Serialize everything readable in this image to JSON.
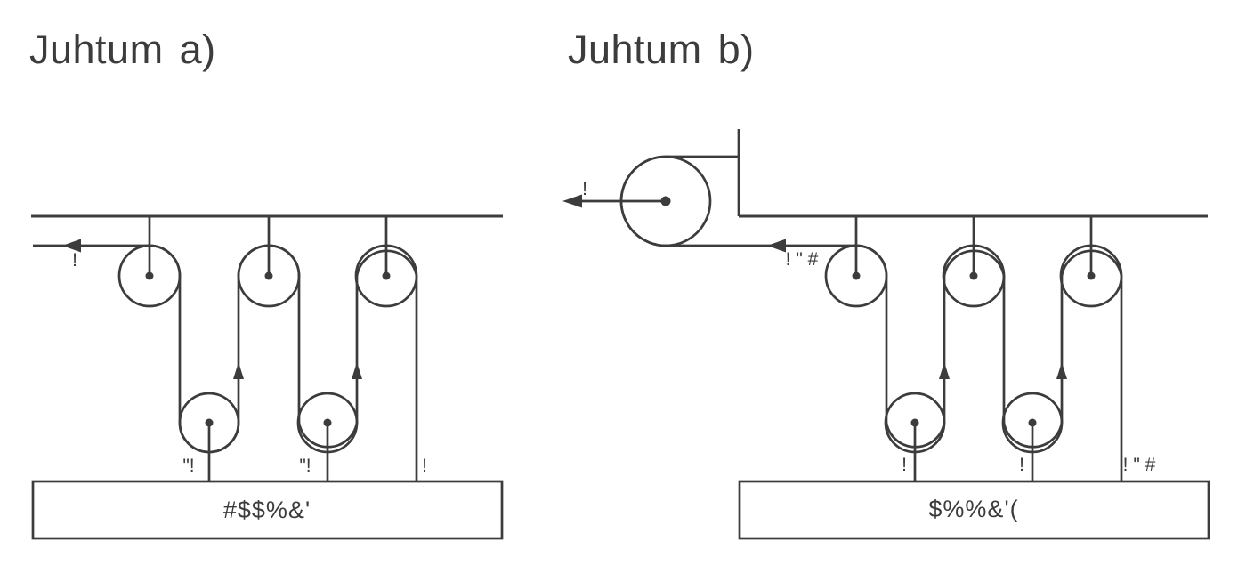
{
  "colors": {
    "line": "#3c3c3c",
    "text": "#3c3c3c",
    "background": "#ffffff"
  },
  "diagram_a": {
    "title": "Juhtum a)",
    "pull_force_label": "!",
    "rod_label_1": "\"!",
    "rod_label_2": "\"!",
    "end_rope_label": "!",
    "load_label": "#$$%&'",
    "structure": {
      "upper_pulleys": 3,
      "lower_pulleys": 2,
      "rope_up_arrows": 2
    }
  },
  "diagram_b": {
    "title": "Juhtum b)",
    "axle_force_label": "!",
    "rope_force_label": "! \" #",
    "rod_label_1": "!",
    "rod_label_2": "!",
    "end_rope_label": "! \" #",
    "load_label": "$%%&'(",
    "structure": {
      "large_free_pulley": 1,
      "upper_pulleys": 3,
      "lower_pulleys": 2,
      "rope_up_arrows": 2
    }
  }
}
